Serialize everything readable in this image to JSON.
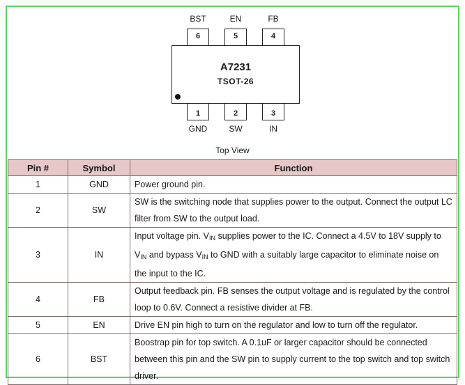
{
  "package": {
    "part_number": "A7231",
    "package_name": "TSOT-26",
    "view_label": "Top View",
    "top_pins": [
      {
        "number": "6",
        "label": "BST"
      },
      {
        "number": "5",
        "label": "EN"
      },
      {
        "number": "4",
        "label": "FB"
      }
    ],
    "bottom_pins": [
      {
        "number": "1",
        "label": "GND"
      },
      {
        "number": "2",
        "label": "SW"
      },
      {
        "number": "3",
        "label": "IN"
      }
    ]
  },
  "table": {
    "headers": [
      "Pin #",
      "Symbol",
      "Function"
    ],
    "rows": [
      {
        "pin": "1",
        "symbol": "GND",
        "function": "Power ground pin."
      },
      {
        "pin": "2",
        "symbol": "SW",
        "function": "SW is the switching node that supplies power to the output. Connect the output LC filter from SW to the output load."
      },
      {
        "pin": "3",
        "symbol": "IN",
        "function_parts": [
          "Input voltage pin. V",
          "IN",
          " supplies power to the IC. Connect a 4.5V to 18V supply to V",
          "IN",
          " and bypass V",
          "IN",
          " to GND with a suitably large capacitor to eliminate noise on the input to the IC."
        ]
      },
      {
        "pin": "4",
        "symbol": "FB",
        "function": "Output feedback pin. FB senses the output voltage and is regulated by the control loop to 0.6V. Connect a resistive divider at FB."
      },
      {
        "pin": "5",
        "symbol": "EN",
        "function": "Drive EN pin high to turn on the regulator and low to turn off the regulator."
      },
      {
        "pin": "6",
        "symbol": "BST",
        "function": "Boostrap pin for top switch. A 0.1uF or larger capacitor should be connected between this pin and the SW pin to supply current to the top switch and top switch driver."
      }
    ]
  },
  "colors": {
    "frame_border": "#59d659",
    "header_fill": "#e7c7c7",
    "grid": "#7d6b6b"
  }
}
